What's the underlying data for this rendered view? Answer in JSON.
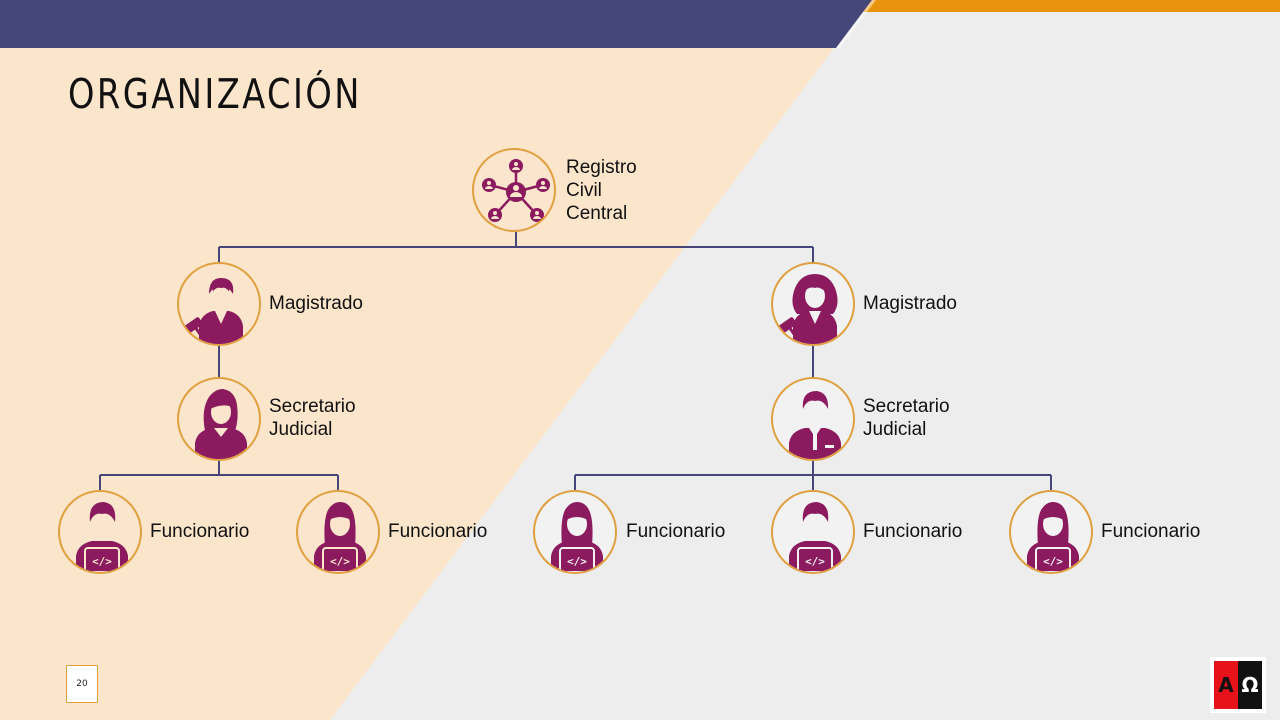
{
  "title": "ORGANIZACIÓN",
  "page_number": "20",
  "logo": {
    "left_letter": "A",
    "right_letter": "Ω"
  },
  "colors": {
    "accent_purple": "#8b1a5e",
    "border_orange": "#e0a040",
    "header_navy": "#45477a",
    "header_orange": "#e8940c",
    "peach": "#fbe6cc",
    "line": "#45477a"
  },
  "nodes": {
    "root": {
      "lines": [
        "Registro",
        "Civil",
        "Central"
      ],
      "icon": "network-icon"
    },
    "left_magistrate": {
      "lines": [
        "Magistrado"
      ],
      "icon": "judge-male-icon"
    },
    "right_magistrate": {
      "lines": [
        "Magistrado"
      ],
      "icon": "judge-female-icon"
    },
    "left_secretary": {
      "lines": [
        "Secretario",
        "Judicial"
      ],
      "icon": "woman-suit-icon"
    },
    "right_secretary": {
      "lines": [
        "Secretario",
        "Judicial"
      ],
      "icon": "man-suit-icon"
    },
    "funcionarios": [
      {
        "label": "Funcionario",
        "icon": "developer-male-icon"
      },
      {
        "label": "Funcionario",
        "icon": "developer-female-icon"
      },
      {
        "label": "Funcionario",
        "icon": "developer-female-icon"
      },
      {
        "label": "Funcionario",
        "icon": "developer-male-icon"
      },
      {
        "label": "Funcionario",
        "icon": "developer-female-icon"
      }
    ]
  }
}
